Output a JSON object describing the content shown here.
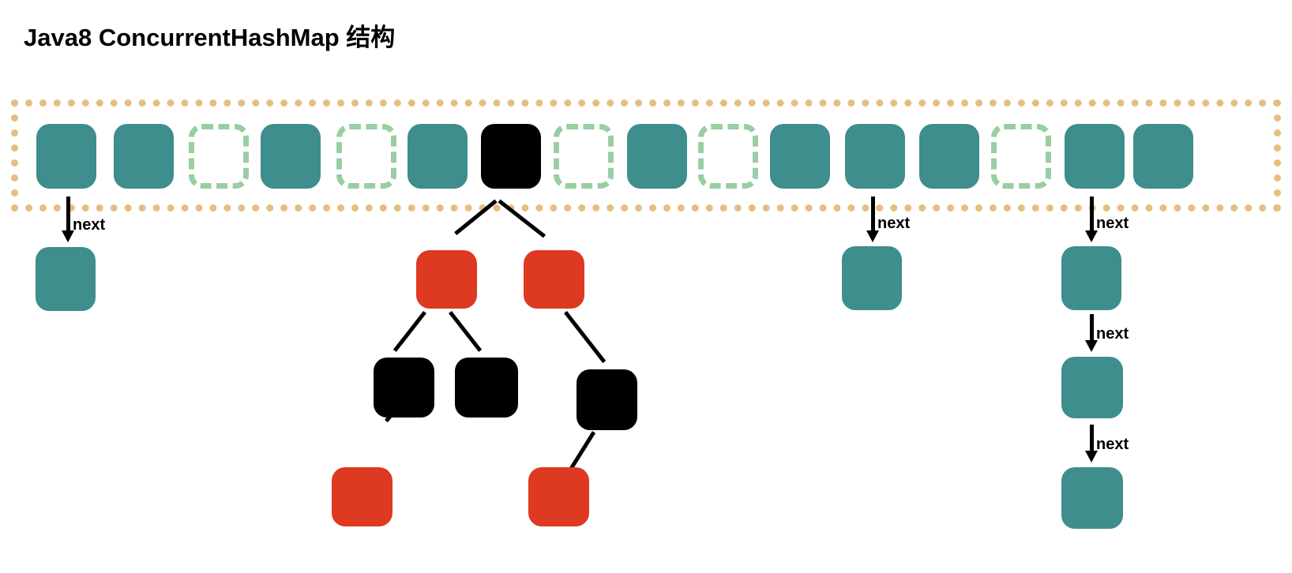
{
  "page": {
    "title": "Java8 ConcurrentHashMap 结构",
    "background_color": "#ffffff"
  },
  "colors": {
    "teal_node": "#3d8e8c",
    "red_node": "#dd3a21",
    "black_node": "#000000",
    "empty_cell_border": "#97cfa0",
    "array_container_border": "#e5be80",
    "edge": "#000000",
    "text": "#000000"
  },
  "array": {
    "name": "hash-bucket-array",
    "cell_count": 16,
    "cells": [
      {
        "index": 0,
        "state": "filled",
        "color": "#3d8e8c",
        "has_chain": true
      },
      {
        "index": 1,
        "state": "filled",
        "color": "#3d8e8c",
        "has_chain": false
      },
      {
        "index": 2,
        "state": "empty",
        "color": "#97cfa0",
        "has_chain": false
      },
      {
        "index": 3,
        "state": "filled",
        "color": "#3d8e8c",
        "has_chain": false
      },
      {
        "index": 4,
        "state": "empty",
        "color": "#97cfa0",
        "has_chain": false
      },
      {
        "index": 5,
        "state": "filled",
        "color": "#3d8e8c",
        "has_chain": false
      },
      {
        "index": 6,
        "state": "black",
        "color": "#000000",
        "has_chain": true
      },
      {
        "index": 7,
        "state": "empty",
        "color": "#97cfa0",
        "has_chain": false
      },
      {
        "index": 8,
        "state": "filled",
        "color": "#3d8e8c",
        "has_chain": false
      },
      {
        "index": 9,
        "state": "empty",
        "color": "#97cfa0",
        "has_chain": false
      },
      {
        "index": 10,
        "state": "filled",
        "color": "#3d8e8c",
        "has_chain": false
      },
      {
        "index": 11,
        "state": "filled",
        "color": "#3d8e8c",
        "has_chain": true
      },
      {
        "index": 12,
        "state": "filled",
        "color": "#3d8e8c",
        "has_chain": false
      },
      {
        "index": 13,
        "state": "empty",
        "color": "#97cfa0",
        "has_chain": false
      },
      {
        "index": 14,
        "state": "filled",
        "color": "#3d8e8c",
        "has_chain": true
      },
      {
        "index": 15,
        "state": "filled",
        "color": "#3d8e8c",
        "has_chain": false
      }
    ]
  },
  "labels": {
    "next": "next"
  },
  "chains": [
    {
      "name": "chain-bucket-0",
      "from_cell": 0,
      "nodes": [
        {
          "color": "#3d8e8c",
          "kind": "teal"
        }
      ],
      "links": [
        {
          "label": "next"
        }
      ]
    },
    {
      "name": "chain-bucket-11",
      "from_cell": 11,
      "nodes": [
        {
          "color": "#3d8e8c",
          "kind": "teal"
        }
      ],
      "links": [
        {
          "label": "next"
        }
      ]
    },
    {
      "name": "chain-bucket-14",
      "from_cell": 14,
      "nodes": [
        {
          "color": "#3d8e8c",
          "kind": "teal"
        },
        {
          "color": "#3d8e8c",
          "kind": "teal"
        },
        {
          "color": "#3d8e8c",
          "kind": "teal"
        }
      ],
      "links": [
        {
          "label": "next"
        },
        {
          "label": "next"
        },
        {
          "label": "next"
        }
      ]
    }
  ],
  "tree": {
    "name": "red-black-tree-bucket-6",
    "root_cell": 6,
    "nodes": [
      {
        "id": "root",
        "color_kind": "black",
        "color": "#000000",
        "level": 0
      },
      {
        "id": "n-l",
        "color_kind": "red",
        "color": "#dd3a21",
        "level": 1
      },
      {
        "id": "n-r",
        "color_kind": "red",
        "color": "#dd3a21",
        "level": 1
      },
      {
        "id": "n-ll",
        "color_kind": "black",
        "color": "#000000",
        "level": 2
      },
      {
        "id": "n-lr",
        "color_kind": "black",
        "color": "#000000",
        "level": 2
      },
      {
        "id": "n-rr",
        "color_kind": "black",
        "color": "#000000",
        "level": 2
      },
      {
        "id": "n-lll",
        "color_kind": "red",
        "color": "#dd3a21",
        "level": 3
      },
      {
        "id": "n-rrl",
        "color_kind": "red",
        "color": "#dd3a21",
        "level": 3
      }
    ],
    "edges": [
      {
        "from": "root",
        "to": "n-l"
      },
      {
        "from": "root",
        "to": "n-r"
      },
      {
        "from": "n-l",
        "to": "n-ll"
      },
      {
        "from": "n-l",
        "to": "n-lr"
      },
      {
        "from": "n-r",
        "to": "n-rr"
      },
      {
        "from": "n-ll",
        "to": "n-lll"
      },
      {
        "from": "n-rr",
        "to": "n-rrl"
      }
    ]
  }
}
